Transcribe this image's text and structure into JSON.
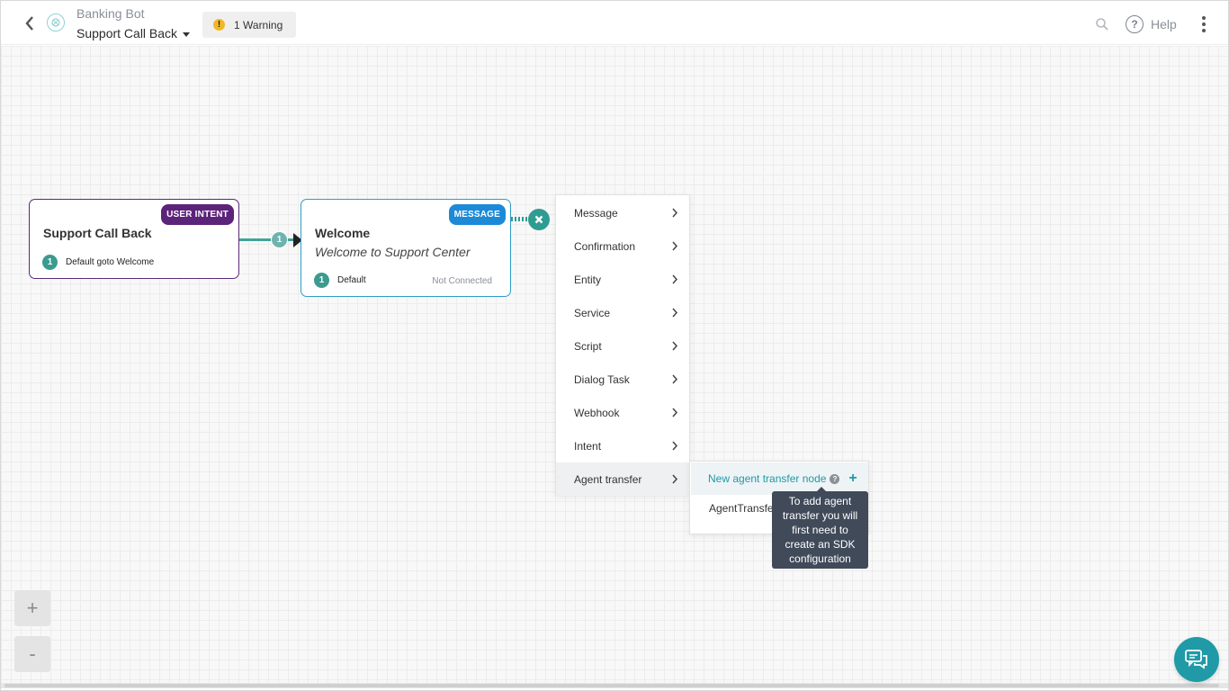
{
  "header": {
    "bot_name": "Banking Bot",
    "task_name": "Support Call Back",
    "warning_label": "1 Warning",
    "warning_icon": "!",
    "help_label": "Help",
    "help_icon": "?"
  },
  "nodes": {
    "intent": {
      "badge": "USER INTENT",
      "title": "Support Call Back",
      "connection_number": "1",
      "connection_label": "Default goto Welcome"
    },
    "message": {
      "badge": "MESSAGE",
      "title": "Welcome",
      "subtitle": "Welcome to Support Center",
      "connection_number": "1",
      "connection_label": "Default",
      "connection_status": "Not Connected"
    },
    "link_number": "1"
  },
  "menu": {
    "items": [
      {
        "label": "Message"
      },
      {
        "label": "Confirmation"
      },
      {
        "label": "Entity"
      },
      {
        "label": "Service"
      },
      {
        "label": "Script"
      },
      {
        "label": "Dialog Task"
      },
      {
        "label": "Webhook"
      },
      {
        "label": "Intent"
      },
      {
        "label": "Agent transfer"
      }
    ],
    "active_item": "Agent transfer"
  },
  "submenu": {
    "new_label": "New agent transfer node",
    "new_help_icon": "?",
    "new_plus": "+",
    "existing_item": "AgentTransfer",
    "tooltip": "To add agent transfer you will first need to create an SDK configuration"
  },
  "zoom": {
    "in_label": "+",
    "out_label": "-"
  },
  "colors": {
    "teal": "#2f9c92",
    "intent_purple": "#5c237a",
    "message_blue": "#1d8ad8",
    "warning_yellow": "#f2b824"
  }
}
